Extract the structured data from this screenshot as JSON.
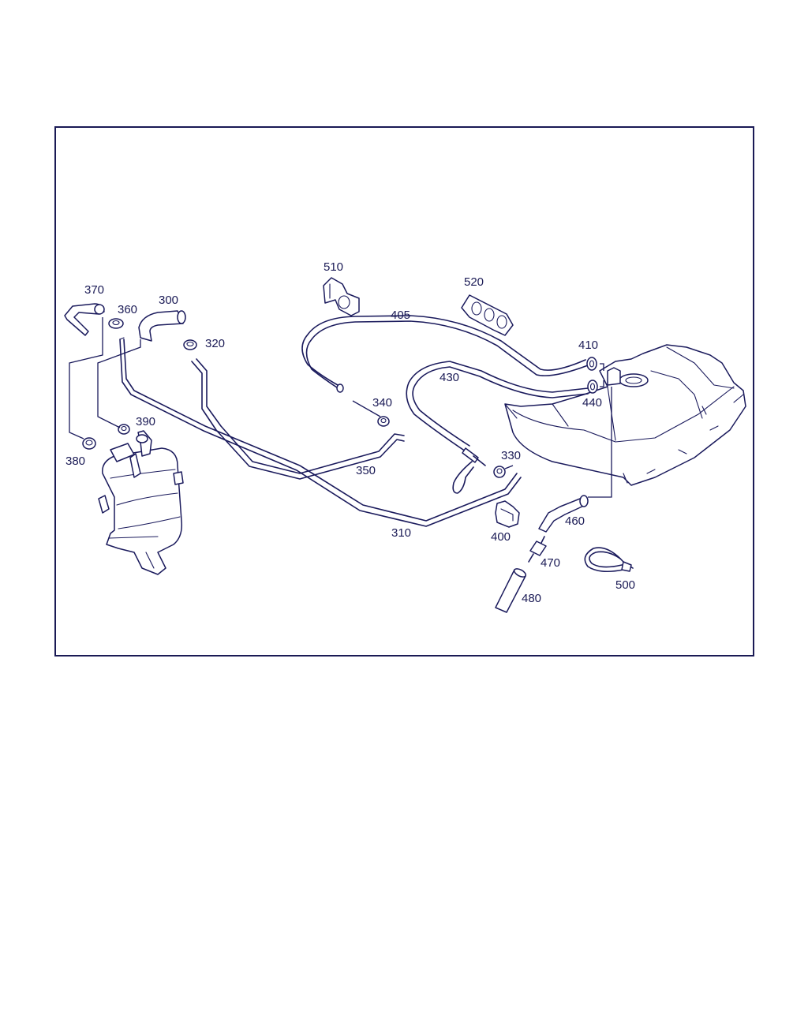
{
  "labels": {
    "p300": "300",
    "p310": "310",
    "p320": "320",
    "p330": "330",
    "p340": "340",
    "p350": "350",
    "p360": "360",
    "p370": "370",
    "p380": "380",
    "p390": "390",
    "p400": "400",
    "p405": "405",
    "p410": "410",
    "p430": "430",
    "p440": "440",
    "p460": "460",
    "p470": "470",
    "p480": "480",
    "p500": "500",
    "p510": "510",
    "p520": "520"
  },
  "colors": {
    "line": "#1a1a5c",
    "background": "#ffffff"
  }
}
